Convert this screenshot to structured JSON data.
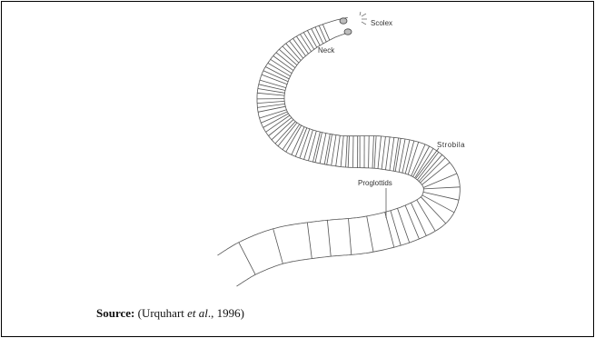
{
  "labels": {
    "scolex": "Scolex",
    "neck": "Neck",
    "strobila": "Strobila",
    "proglottids": "Proglottids"
  },
  "caption": {
    "label": "Source:",
    "open": "(Urquhart ",
    "etal": "et al",
    "close": "., 1996)"
  },
  "colors": {
    "line": "#555555",
    "border": "#000000"
  }
}
